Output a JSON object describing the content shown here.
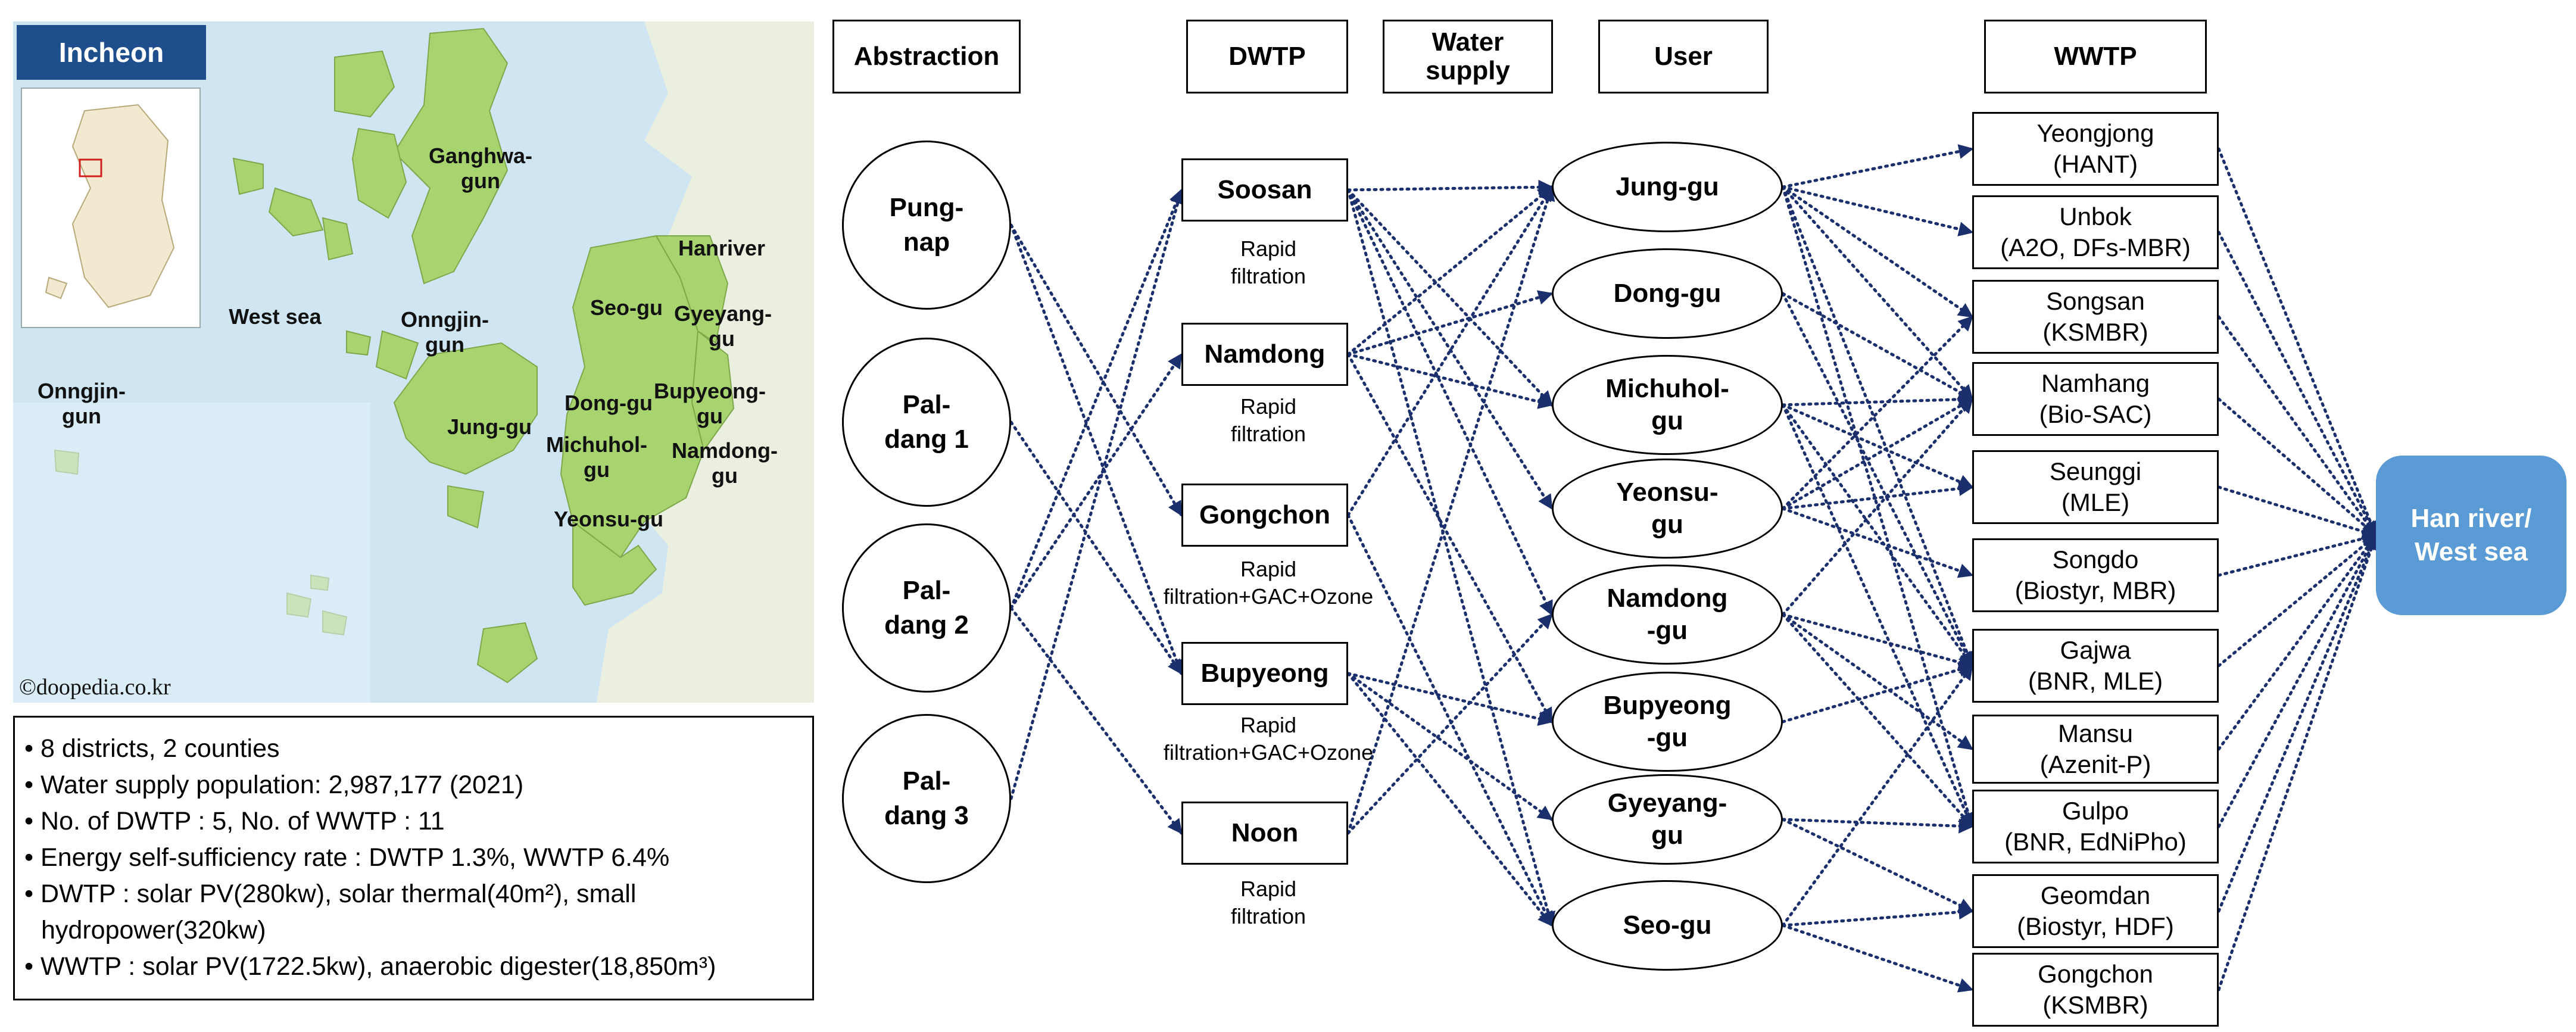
{
  "map": {
    "title": "Incheon",
    "credit": "©doopedia.co.kr",
    "labels": {
      "ganghwa": "Ganghwa-\ngun",
      "hanriver": "Hanriver",
      "west_sea": "West sea",
      "onngjin_center": "Onngjin-\ngun",
      "onngjin_left": "Onngjin-\ngun",
      "seo_gu": "Seo-gu",
      "gyeyang": "Gyeyang-\ngu",
      "dong_gu": "Dong-gu",
      "bupyeong": "Bupyeong-\ngu",
      "jung_gu": "Jung-gu",
      "michuhol": "Michuhol-\ngu",
      "namdong": "Namdong-\ngu",
      "yeonsu": "Yeonsu-gu"
    },
    "colors": {
      "sea": "#cfe6f2",
      "land": "#a8d46f",
      "mainland": "#ebefe0",
      "title_bg": "#1f4e8c"
    }
  },
  "info": {
    "lines": [
      "8 districts, 2 counties",
      "Water supply population: 2,987,177 (2021)",
      "No. of DWTP : 5, No. of WWTP : 11",
      "Energy self-sufficiency rate : DWTP  1.3%, WWTP 6.4%",
      "DWTP : solar PV(280kw), solar thermal(40m²), small",
      "hydropower(320kw)",
      "WWTP : solar PV(1722.5kw), anaerobic digester(18,850m³)"
    ]
  },
  "headers": {
    "abstraction": "Abstraction",
    "dwtp": "DWTP",
    "water_supply": "Water\nsupply",
    "user": "User",
    "wwtp": "WWTP"
  },
  "abstraction": [
    "Pung-\nnap",
    "Pal-\ndang 1",
    "Pal-\ndang 2",
    "Pal-\ndang 3"
  ],
  "dwtp": [
    {
      "name": "Soosan",
      "process": "Rapid\nfiltration"
    },
    {
      "name": "Namdong",
      "process": "Rapid\nfiltration"
    },
    {
      "name": "Gongchon",
      "process": "Rapid\nfiltration+GAC+Ozone"
    },
    {
      "name": "Bupyeong",
      "process": "Rapid\nfiltration+GAC+Ozone"
    },
    {
      "name": "Noon",
      "process": "Rapid\nfiltration"
    }
  ],
  "users": [
    "Jung-gu",
    "Dong-gu",
    "Michuhol-\ngu",
    "Yeonsu-\ngu",
    "Namdong\n-gu",
    "Bupyeong\n-gu",
    "Gyeyang-\ngu",
    "Seo-gu"
  ],
  "wwtps": [
    "Yeongjong\n(HANT)",
    "Unbok\n(A2O, DFs-MBR)",
    "Songsan\n(KSMBR)",
    "Namhang\n(Bio-SAC)",
    "Seunggi\n(MLE)",
    "Songdo\n(Biostyr, MBR)",
    "Gajwa\n(BNR, MLE)",
    "Mansu\n(Azenit-P)",
    "Gulpo\n(BNR, EdNiPho)",
    "Geomdan\n(Biostyr, HDF)",
    "Gongchon\n(KSMBR)"
  ],
  "outlet": "Han river/\nWest sea",
  "links": {
    "abstraction_to_dwtp": [
      [
        0,
        2
      ],
      [
        0,
        3
      ],
      [
        1,
        3
      ],
      [
        2,
        0
      ],
      [
        2,
        1
      ],
      [
        2,
        4
      ],
      [
        3,
        0
      ]
    ],
    "dwtp_to_user": [
      [
        0,
        0
      ],
      [
        0,
        2
      ],
      [
        0,
        3
      ],
      [
        0,
        4
      ],
      [
        0,
        7
      ],
      [
        1,
        0
      ],
      [
        1,
        1
      ],
      [
        1,
        2
      ],
      [
        1,
        5
      ],
      [
        2,
        0
      ],
      [
        2,
        7
      ],
      [
        3,
        5
      ],
      [
        3,
        6
      ],
      [
        3,
        7
      ],
      [
        4,
        0
      ],
      [
        4,
        4
      ]
    ],
    "user_to_wwtp": [
      [
        0,
        0
      ],
      [
        0,
        1
      ],
      [
        0,
        2
      ],
      [
        0,
        3
      ],
      [
        0,
        6
      ],
      [
        0,
        8
      ],
      [
        1,
        3
      ],
      [
        1,
        6
      ],
      [
        2,
        3
      ],
      [
        2,
        4
      ],
      [
        2,
        6
      ],
      [
        2,
        8
      ],
      [
        3,
        2
      ],
      [
        3,
        3
      ],
      [
        3,
        4
      ],
      [
        3,
        5
      ],
      [
        4,
        3
      ],
      [
        4,
        6
      ],
      [
        4,
        7
      ],
      [
        4,
        8
      ],
      [
        5,
        6
      ],
      [
        6,
        8
      ],
      [
        6,
        9
      ],
      [
        7,
        6
      ],
      [
        7,
        9
      ],
      [
        7,
        10
      ]
    ]
  },
  "colors": {
    "arrow": "#1a2f6b",
    "outlet": "#5b9bd5"
  }
}
